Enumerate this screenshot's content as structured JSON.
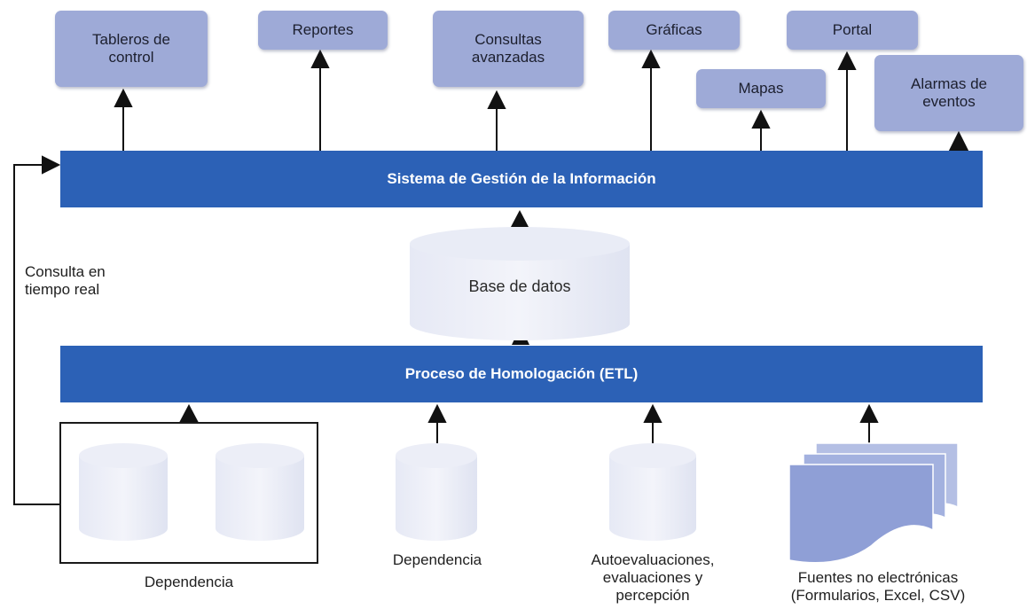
{
  "outputs": {
    "tableros": "Tableros de\ncontrol",
    "reportes": "Reportes",
    "consultas": "Consultas\navanzadas",
    "graficas": "Gráficas",
    "mapas": "Mapas",
    "portal": "Portal",
    "alarmas": "Alarmas de\neventos"
  },
  "layers": {
    "sistema": "Sistema de Gestión de la Información",
    "database": "Base de datos",
    "etl": "Proceso de Homologación (ETL)"
  },
  "side_label": "Consulta en\ntiempo real",
  "sources": {
    "dependencia_group": "Dependencia",
    "dependencia": "Dependencia",
    "autoevaluaciones": "Autoevaluaciones,\nevaluaciones y\npercepción",
    "no_electronicas": "Fuentes no electrónicas\n(Formularios, Excel, CSV)"
  },
  "colors": {
    "bar": "#2c61b6",
    "box": "#9eaad7",
    "cylinder": "#dfe3f2",
    "document": "#8f9fd6"
  }
}
